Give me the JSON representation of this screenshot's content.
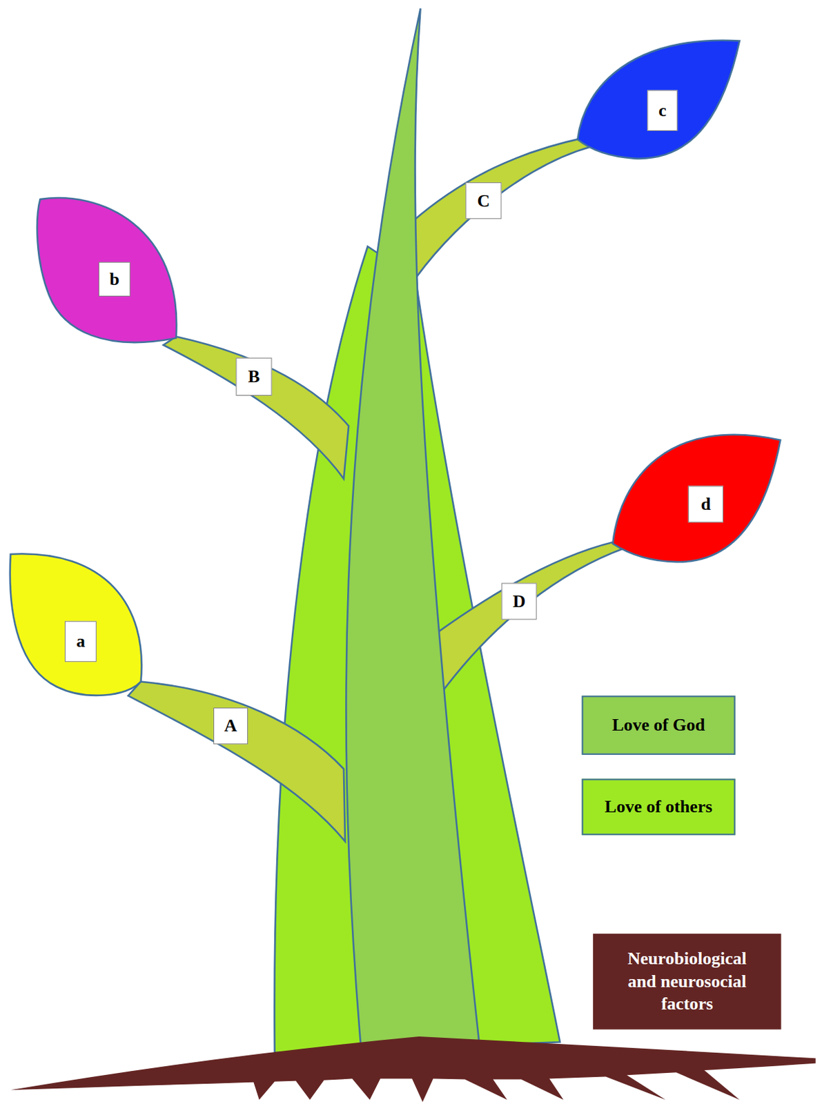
{
  "diagram": {
    "nodes": [
      {
        "text": [
          "c"
        ]
      },
      {
        "text": [
          "C"
        ]
      },
      {
        "text": [
          "b"
        ]
      },
      {
        "text": [
          "B"
        ]
      },
      {
        "text": [
          "d"
        ]
      },
      {
        "text": [
          "D"
        ]
      },
      {
        "text": [
          "a"
        ]
      },
      {
        "text": [
          "A"
        ]
      }
    ],
    "legend": [
      {
        "text": "Love of God",
        "color": "#92d050"
      },
      {
        "text": "Love of others",
        "color": "#9de823"
      },
      {
        "text": "Neurobiological and neurosocial factors",
        "color": "#632523"
      }
    ]
  }
}
